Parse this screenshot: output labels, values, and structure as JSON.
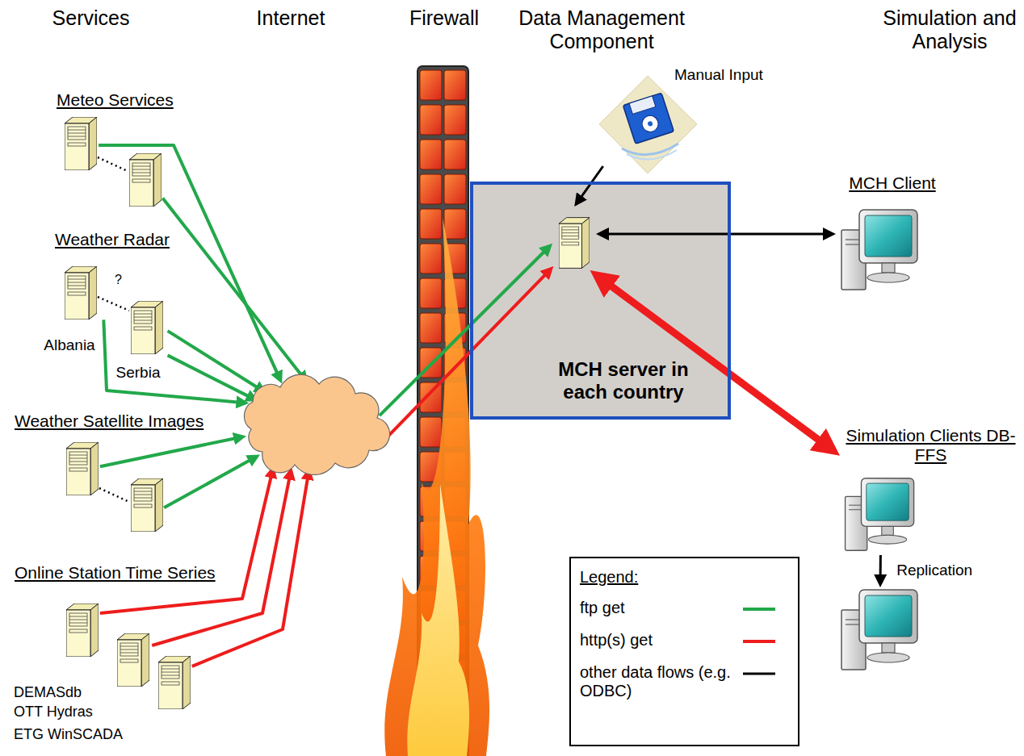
{
  "diagram": {
    "nodes": [
      {
        "text": [
          "Meteo Services"
        ]
      },
      {
        "text": [
          "Weather Radar"
        ]
      },
      {
        "text": [
          "Albania"
        ],
        "in": 1
      },
      {
        "text": [
          "Serbia"
        ],
        "in": 1
      },
      {
        "text": [
          "Weather Satellite Images"
        ]
      },
      {
        "text": [
          "Online Station Time Series"
        ]
      },
      {
        "text": [
          "DEMASdb"
        ],
        "in": 5
      },
      {
        "text": [
          "OTT Hydras"
        ],
        "in": 5
      },
      {
        "text": [
          "ETG WinSCADA"
        ],
        "in": 5
      },
      {
        "text": []
      },
      {
        "text": [
          "MCH server in each country"
        ]
      },
      {
        "text": [
          "Manual Input"
        ]
      },
      {
        "text": [
          "MCH Client"
        ]
      },
      {
        "text": [
          "Simulation Clients DB-FFS"
        ]
      },
      {
        "text": []
      }
    ],
    "edges": [
      {
        "from": 0,
        "to": 9,
        "arrow": "to"
      },
      {
        "from": 0,
        "to": 9,
        "arrow": "to"
      },
      {
        "from": 2,
        "to": 9,
        "arrow": "to"
      },
      {
        "from": 3,
        "to": 9,
        "arrow": "to"
      },
      {
        "from": 3,
        "to": 9,
        "arrow": "to"
      },
      {
        "from": 4,
        "to": 9,
        "arrow": "to"
      },
      {
        "from": 4,
        "to": 9,
        "arrow": "to"
      },
      {
        "from": 6,
        "to": 9,
        "arrow": "to"
      },
      {
        "from": 7,
        "to": 9,
        "arrow": "to"
      },
      {
        "from": 8,
        "to": 9,
        "arrow": "to"
      },
      {
        "from": 9,
        "to": 10,
        "arrow": "to"
      },
      {
        "from": 9,
        "to": 10,
        "arrow": "to"
      },
      {
        "from": 11,
        "to": 10,
        "arrow": "to"
      },
      {
        "from": 10,
        "to": 12,
        "arrow": "both"
      },
      {
        "from": 10,
        "to": 13,
        "arrow": "both"
      },
      {
        "from": 13,
        "to": 14,
        "arrow": "to",
        "label": "Replication"
      }
    ],
    "labels": [
      "Services",
      "Internet",
      "Firewall",
      "Data Management Component",
      "Simulation and Analysis",
      "?",
      "Legend:"
    ],
    "legend": [
      {
        "text": "ftp get"
      },
      {
        "text": "http(s) get"
      },
      {
        "text": "other data flows (e.g. ODBC)"
      }
    ]
  }
}
